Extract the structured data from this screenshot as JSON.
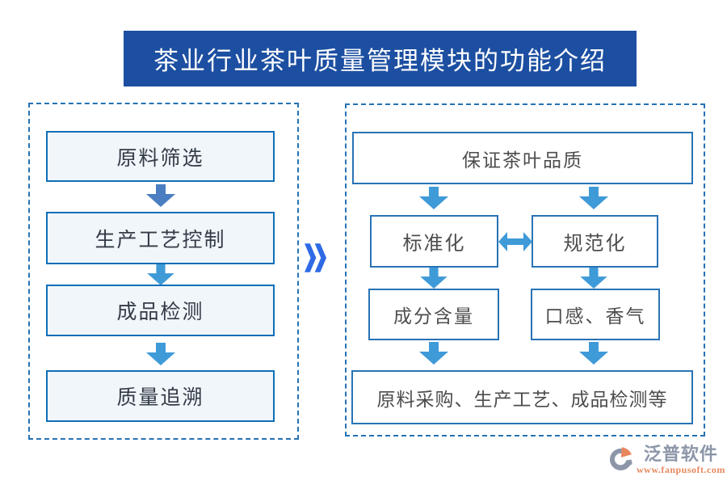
{
  "title": "茶业行业茶叶质量管理模块的功能介绍",
  "left_panel": {
    "boxes": [
      "原料筛选",
      "生产工艺控制",
      "成品检测",
      "质量追溯"
    ]
  },
  "separator": {
    "icon": "double-chevron-right"
  },
  "right_panel": {
    "top_box": "保证茶叶品质",
    "mid_boxes": [
      "标准化",
      "规范化"
    ],
    "lower_boxes": [
      "成分含量",
      "口感、香气"
    ],
    "bottom_box": "原料采购、生产工艺、成品检测等"
  },
  "logo": {
    "name": "泛普软件",
    "url": "www.fanpusoft.com"
  },
  "colors": {
    "title_bg": "#1c4fa1",
    "title_text": "#ffffff",
    "panel_dash": "#2672b4",
    "left_box_border": "#0f6fb7",
    "left_box_fill": "#f0f6fa",
    "right_box_border": "#2873b5",
    "right_box_fill": "#ffffff",
    "arrow_steel": "#4a7ec0",
    "arrow_sky": "#3f9ad8",
    "chevron": "#2f6ae5",
    "left_text": "#333b47",
    "right_text": "#4d4d4d",
    "logo_gray": "#8c96a8",
    "logo_orange": "#e8875e"
  }
}
